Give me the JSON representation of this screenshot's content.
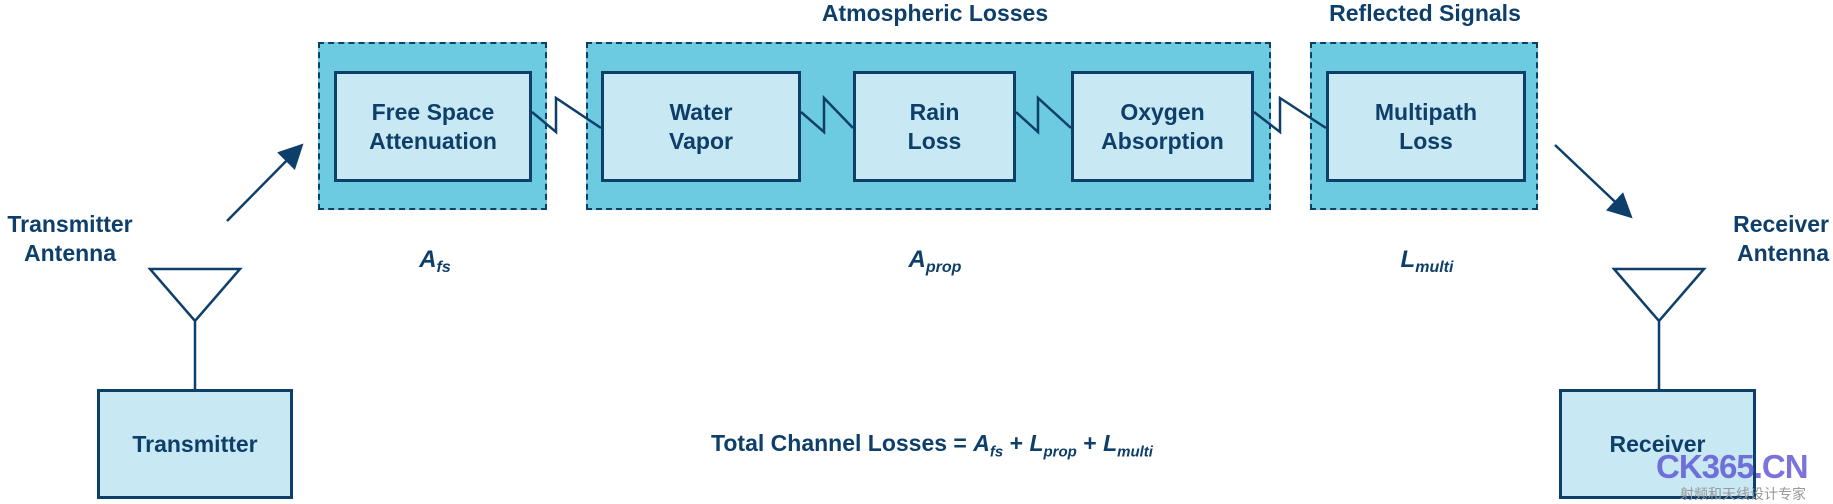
{
  "headers": {
    "atmospheric": "Atmospheric Losses",
    "reflected": "Reflected Signals"
  },
  "blocks": {
    "free_space": "Free Space\nAttenuation",
    "water_vapor": "Water\nVapor",
    "rain_loss": "Rain\nLoss",
    "oxygen": "Oxygen\nAbsorption",
    "multipath": "Multipath\nLoss"
  },
  "symbols": {
    "afs": {
      "base": "A",
      "sub": "fs"
    },
    "aprop": {
      "base": "A",
      "sub": "prop"
    },
    "lmulti": {
      "base": "L",
      "sub": "multi"
    }
  },
  "transmitter": {
    "antenna_label": "Transmitter\nAntenna",
    "box_label": "Transmitter"
  },
  "receiver": {
    "antenna_label": "Receiver\nAntenna",
    "box_label": "Receiver"
  },
  "formula": {
    "prefix": "Total Channel Losses = ",
    "t1": "A",
    "t1_sub": "fs",
    "plus1": " + ",
    "t2": "L",
    "t2_sub": "prop",
    "plus2": " + ",
    "t3": "L",
    "t3_sub": "multi"
  },
  "watermark": {
    "brand": "CK365.CN",
    "tagline": "射频和天线设计专家"
  },
  "colors": {
    "dark": "#0d3f6a",
    "group_fill": "#6ccbe0",
    "block_fill": "#c8e8f3"
  }
}
